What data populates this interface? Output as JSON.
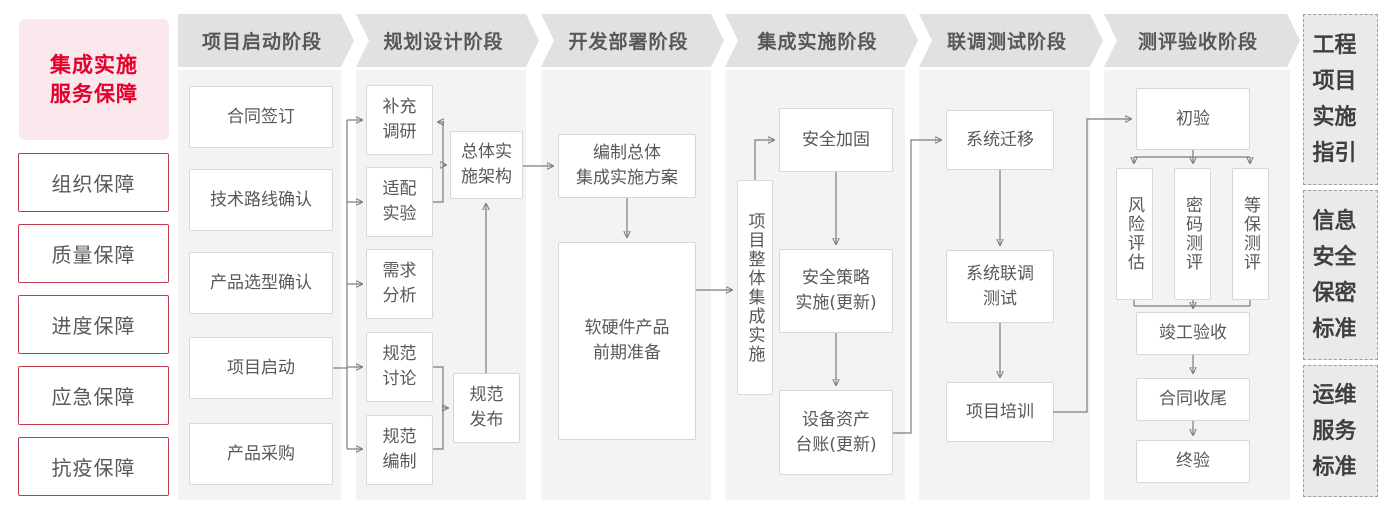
{
  "sidebar": {
    "title_lines": [
      "集成实施",
      "服务保障"
    ],
    "items": [
      "组织保障",
      "质量保障",
      "进度保障",
      "应急保障",
      "抗疫保障"
    ]
  },
  "phases": [
    {
      "label": "项目启动阶段",
      "boxes": [
        {
          "label": "合同签订"
        },
        {
          "label": "技术路线确认"
        },
        {
          "label": "产品选型确认"
        },
        {
          "label": "项目启动"
        },
        {
          "label": "产品采购"
        }
      ]
    },
    {
      "label": "规划设计阶段",
      "boxes": [
        {
          "label": "补充调研",
          "lines": [
            "补充",
            "调研"
          ]
        },
        {
          "label": "适配实验",
          "lines": [
            "适配",
            "实验"
          ]
        },
        {
          "label": "需求分析",
          "lines": [
            "需求",
            "分析"
          ]
        },
        {
          "label": "规范讨论",
          "lines": [
            "规范",
            "讨论"
          ]
        },
        {
          "label": "规范编制",
          "lines": [
            "规范",
            "编制"
          ]
        },
        {
          "label": "总体实施架构",
          "lines": [
            "总体实",
            "施架构"
          ]
        },
        {
          "label": "规范发布",
          "lines": [
            "规范",
            "发布"
          ]
        }
      ]
    },
    {
      "label": "开发部署阶段",
      "boxes": [
        {
          "label": "编制总体集成实施方案",
          "lines": [
            "编制总体",
            "集成实施方案"
          ]
        },
        {
          "label": "软硬件产品前期准备",
          "lines": [
            "软硬件产品",
            "前期准备"
          ]
        }
      ]
    },
    {
      "label": "集成实施阶段",
      "boxes": [
        {
          "label": "项目整体集成实施",
          "vertical": true
        },
        {
          "label": "安全加固"
        },
        {
          "label": "安全策略实施(更新)",
          "lines": [
            "安全策略",
            "实施(更新)"
          ]
        },
        {
          "label": "设备资产台账(更新)",
          "lines": [
            "设备资产",
            "台账(更新)"
          ]
        }
      ]
    },
    {
      "label": "联调测试阶段",
      "boxes": [
        {
          "label": "系统迁移"
        },
        {
          "label": "系统联调测试",
          "lines": [
            "系统联调",
            "测试"
          ]
        },
        {
          "label": "项目培训"
        }
      ]
    },
    {
      "label": "测评验收阶段",
      "boxes": [
        {
          "label": "初验"
        },
        {
          "label": "风险评估",
          "vertical": true
        },
        {
          "label": "密码测评",
          "vertical": true
        },
        {
          "label": "等保测评",
          "vertical": true
        },
        {
          "label": "竣工验收"
        },
        {
          "label": "合同收尾"
        },
        {
          "label": "终验"
        }
      ]
    }
  ],
  "references": [
    {
      "label": "工程项目实施指引",
      "lines": [
        "工程",
        "项目",
        "实施",
        "指引"
      ]
    },
    {
      "label": "信息安全保密标准",
      "lines": [
        "信息",
        "安全",
        "保密",
        "标准"
      ]
    },
    {
      "label": "运维服务标准",
      "lines": [
        "运维",
        "服务",
        "标准"
      ]
    }
  ],
  "colors": {
    "accent_red": "#e4002b",
    "pink_bg": "#fbe8ec",
    "sidebar_border": "#c13a50",
    "banner_bg": "#e2e0e0",
    "column_bg": "#f4f3f3",
    "box_border": "#d8d6d6",
    "box_text": "#5a5858",
    "line_color": "#7d7b7b"
  }
}
